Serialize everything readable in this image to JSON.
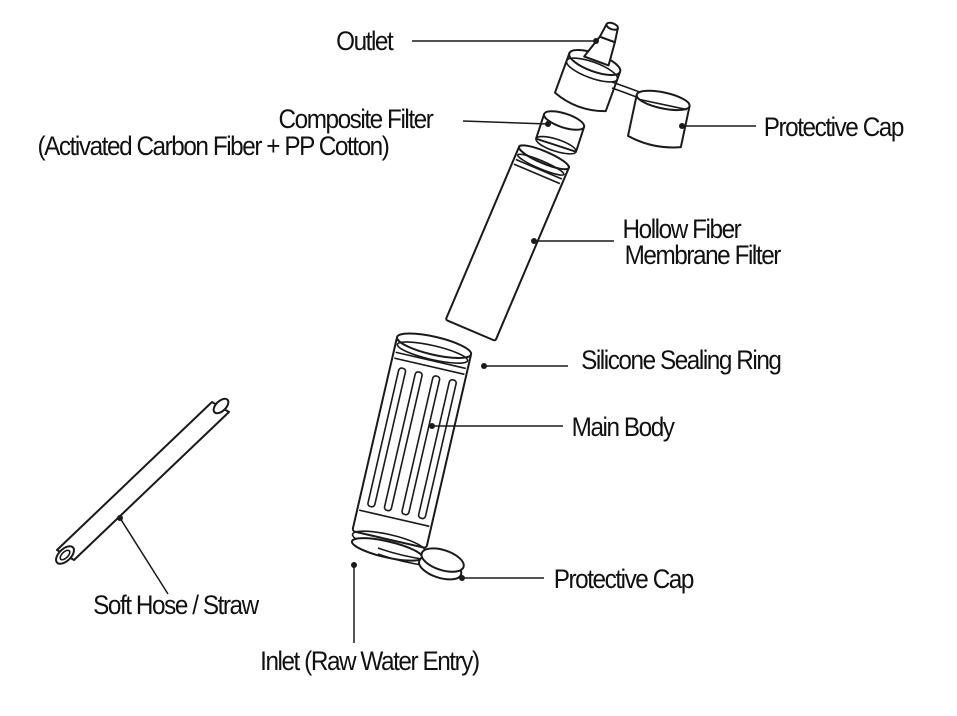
{
  "labels": {
    "outlet": "Outlet",
    "composite_filter_line1": "Composite Filter",
    "composite_filter_line2": "(Activated Carbon Fiber + PP Cotton)",
    "protective_cap_top": "Protective Cap",
    "hollow_fiber_line1": "Hollow Fiber",
    "hollow_fiber_line2": "Membrane Filter",
    "silicone_ring": "Silicone Sealing Ring",
    "main_body": "Main Body",
    "protective_cap_bottom": "Protective Cap",
    "soft_hose": "Soft Hose / Straw",
    "inlet": "Inlet (Raw Water Entry)"
  }
}
